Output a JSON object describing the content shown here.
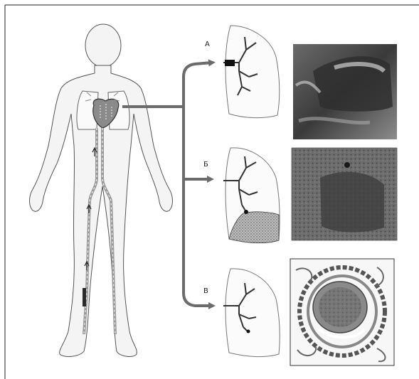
{
  "figure": {
    "panels": [
      {
        "key": "a",
        "letter": "А"
      },
      {
        "key": "b",
        "letter": "Б"
      },
      {
        "key": "c",
        "letter": "В"
      }
    ]
  }
}
